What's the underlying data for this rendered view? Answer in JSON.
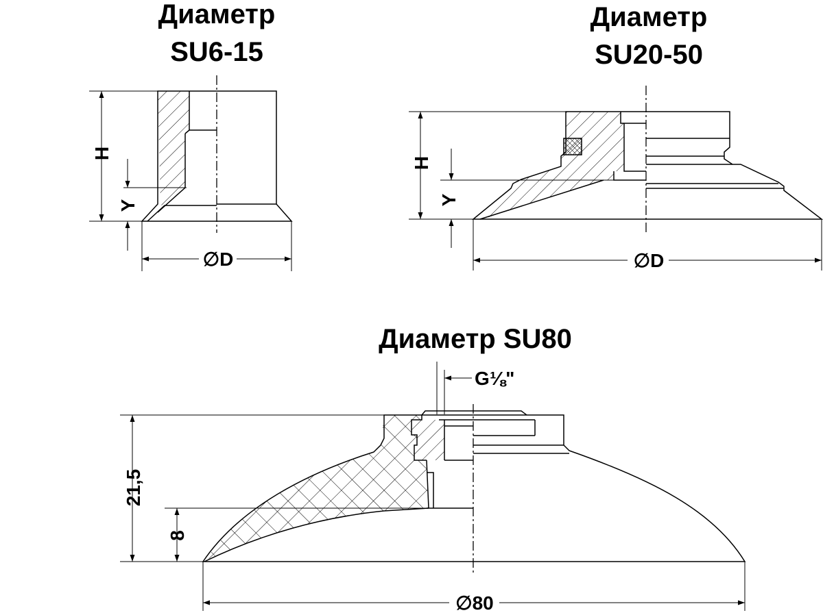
{
  "drawings": {
    "small": {
      "title_line1": "Диаметр",
      "title_line2": "SU6-15",
      "dim_h": "H",
      "dim_y": "Y",
      "dim_d": "∅D"
    },
    "medium": {
      "title_line1": "Диаметр",
      "title_line2": "SU20-50",
      "dim_h": "H",
      "dim_y": "Y",
      "dim_d": "∅D"
    },
    "large": {
      "title": "Диаметр SU80",
      "thread": "G⅛\"",
      "dim_height": "21,5",
      "dim_lip": "8",
      "dim_diameter": "∅80"
    }
  }
}
